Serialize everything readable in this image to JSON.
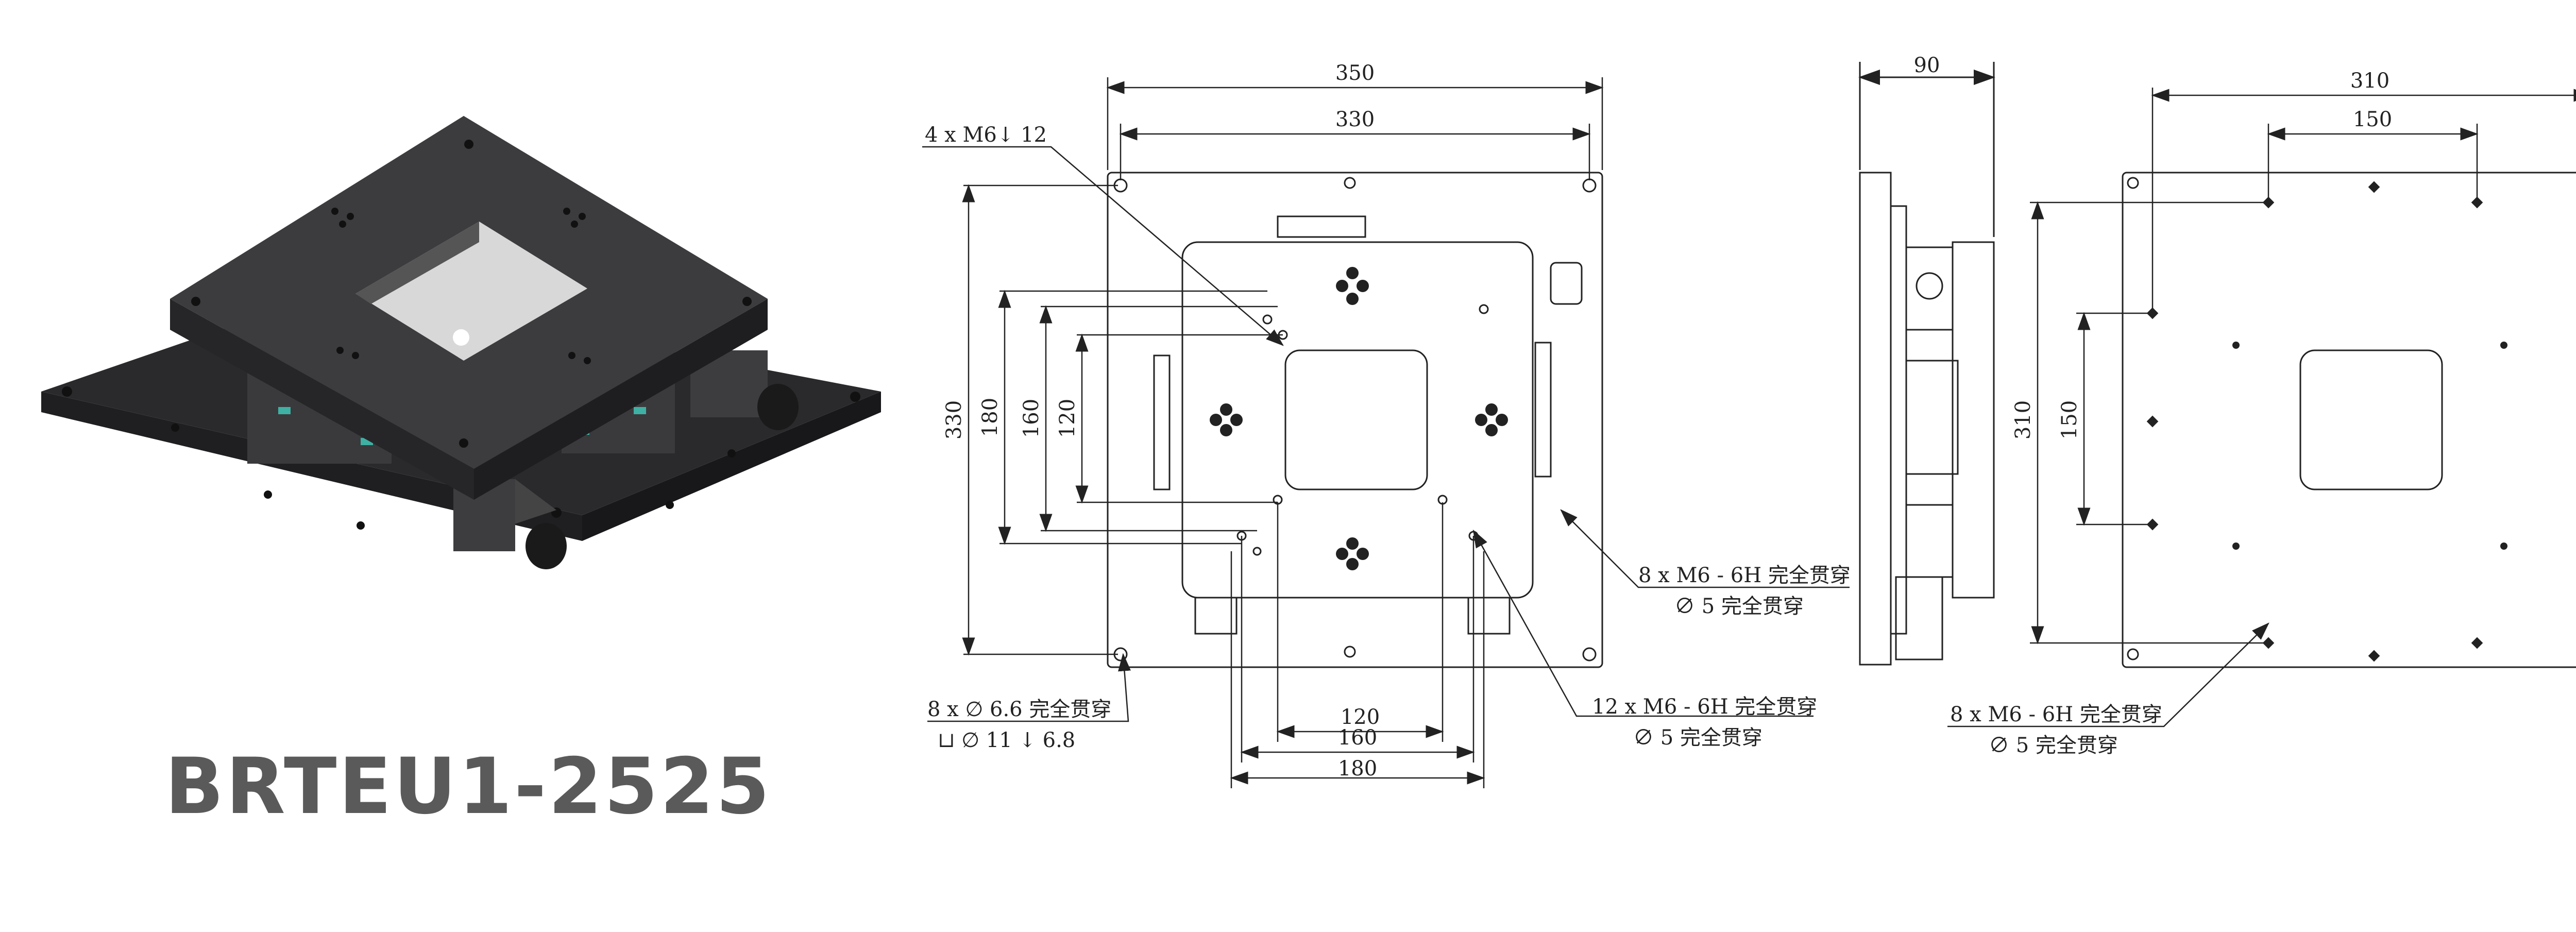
{
  "model": "BRTEU1-2525",
  "top_view": {
    "dims": {
      "width_outer": "350",
      "width_inner": "330",
      "height_outer": "330",
      "height_180": "180",
      "height_160": "160",
      "height_120": "120",
      "bottom_120": "120",
      "bottom_160": "160",
      "bottom_180": "180"
    },
    "callouts": {
      "top_left": "4 x M6↓ 12",
      "right_line1": "8 x  M6 - 6H 完全贯穿",
      "right_line2": "∅ 5 完全贯穿",
      "bottom_left_line1": "8 x ∅ 6.6 完全贯穿",
      "bottom_left_line2": "⊔ ∅ 11 ↓ 6.8",
      "bottom_mid_line1": "12 x  M6 - 6H 完全贯穿",
      "bottom_mid_line2": "∅ 5 完全贯穿"
    }
  },
  "side_view": {
    "dims": {
      "width": "90"
    }
  },
  "bottom_view": {
    "dims": {
      "width_310": "310",
      "width_150": "150",
      "height_310": "310",
      "height_150": "150"
    },
    "callouts": {
      "line1": "8 x  M6 - 6H 完全贯穿",
      "line2": "∅ 5 完全贯穿"
    }
  },
  "colors": {
    "line": "#222222",
    "plate_dark": "#2f2f31",
    "plate_top": "#3c3c3f",
    "accent_teal": "#3fb0a4",
    "title_gray": "#5a5a5a"
  }
}
